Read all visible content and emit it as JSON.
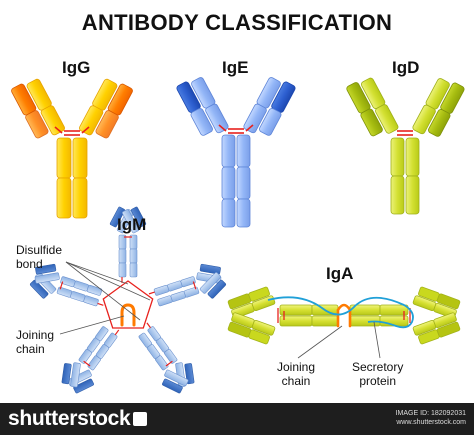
{
  "title": "ANTIBODY CLASSIFICATION",
  "labels": {
    "igg": "IgG",
    "ige": "IgE",
    "igd": "IgD",
    "igm": "IgM",
    "iga": "IgA"
  },
  "annotations": {
    "disulfide_line1": "Disulfide",
    "disulfide_line2": "bond",
    "igm_joining_line1": "Joining",
    "igm_joining_line2": "chain",
    "iga_joining_line1": "Joining",
    "iga_joining_line2": "chain",
    "secretory_line1": "Secretory",
    "secretory_line2": "protein"
  },
  "footer": {
    "brand": "shutterstock",
    "image_id": "IMAGE ID: 182092031",
    "site": "www.shutterstock.com"
  },
  "colors": {
    "igg_heavy": "#ffd400",
    "igg_light": "#ff8a00",
    "ige_heavy": "#9fc1ff",
    "ige_light": "#2d5fd0",
    "igd_heavy": "#d6e43c",
    "igd_light": "#a8bf14",
    "igm_heavy": "#a9c8ee",
    "igm_light": "#3f74c4",
    "iga_heavy": "#d8e23a",
    "disulfide": "#e8221e",
    "joining_chain": "#ff7a00",
    "secretory": "#20a0d8"
  }
}
